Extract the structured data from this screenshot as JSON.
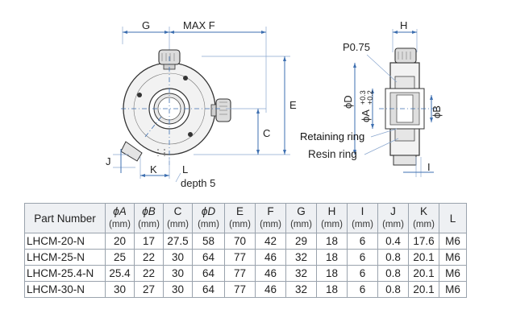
{
  "drawing": {
    "front_view": {
      "dims": {
        "G": "G",
        "F": "MAX F",
        "E": "E",
        "C": "C",
        "J": "J",
        "K": "K",
        "L": "L"
      },
      "note_depth": "depth 5"
    },
    "side_view": {
      "dims": {
        "H": "H",
        "P": "P0.75",
        "D": "ϕD",
        "A": "ϕA",
        "A_tol_upper": "+0.3",
        "A_tol_lower": "+0.2",
        "B": "ϕB",
        "I": "I"
      },
      "callouts": {
        "retaining_ring": "Retaining ring",
        "resin_ring": "Resin ring"
      }
    },
    "colors": {
      "dim_lines": "#3d6fb0",
      "body_fill": "#f2f2f2"
    }
  },
  "table": {
    "headers": [
      {
        "label": "Part Number",
        "unit": ""
      },
      {
        "label": "ϕA",
        "unit": "(mm)"
      },
      {
        "label": "ϕB",
        "unit": "(mm)"
      },
      {
        "label": "C",
        "unit": "(mm)"
      },
      {
        "label": "ϕD",
        "unit": "(mm)"
      },
      {
        "label": "E",
        "unit": "(mm)"
      },
      {
        "label": "F",
        "unit": "(mm)"
      },
      {
        "label": "G",
        "unit": "(mm)"
      },
      {
        "label": "H",
        "unit": "(mm)"
      },
      {
        "label": "I",
        "unit": "(mm)"
      },
      {
        "label": "J",
        "unit": "(mm)"
      },
      {
        "label": "K",
        "unit": "(mm)"
      },
      {
        "label": "L",
        "unit": ""
      }
    ],
    "rows": [
      [
        "LHCM-20-N",
        "20",
        "17",
        "27.5",
        "58",
        "70",
        "42",
        "29",
        "18",
        "6",
        "0.4",
        "17.6",
        "M6"
      ],
      [
        "LHCM-25-N",
        "25",
        "22",
        "30",
        "64",
        "77",
        "46",
        "32",
        "18",
        "6",
        "0.8",
        "20.1",
        "M6"
      ],
      [
        "LHCM-25.4-N",
        "25.4",
        "22",
        "30",
        "64",
        "77",
        "46",
        "32",
        "18",
        "6",
        "0.8",
        "20.1",
        "M6"
      ],
      [
        "LHCM-30-N",
        "30",
        "27",
        "30",
        "64",
        "77",
        "46",
        "32",
        "18",
        "6",
        "0.8",
        "20.1",
        "M6"
      ]
    ]
  }
}
